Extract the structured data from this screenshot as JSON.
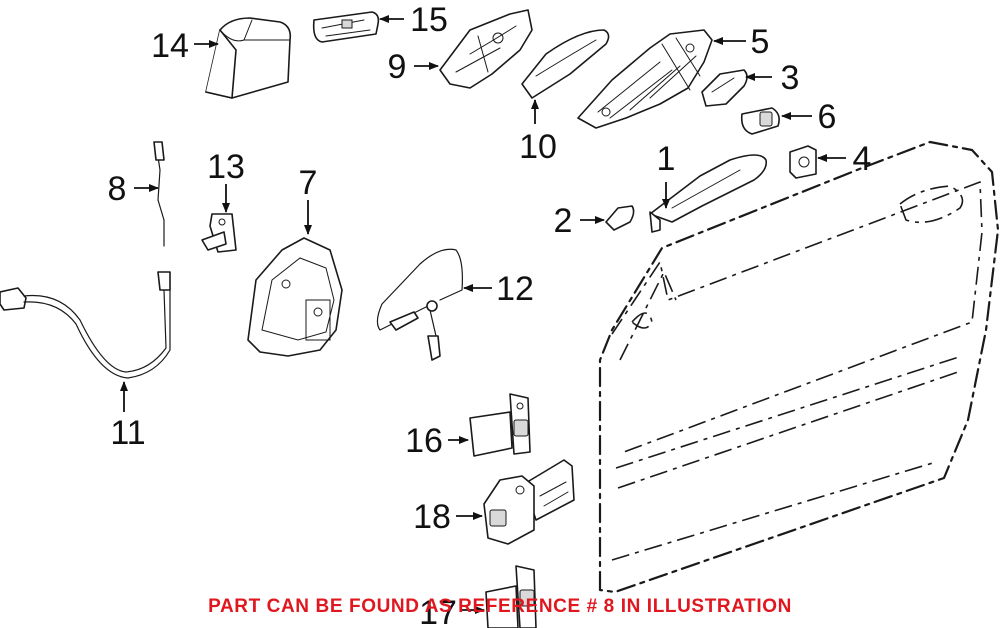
{
  "callouts": [
    "1",
    "2",
    "3",
    "4",
    "5",
    "6",
    "7",
    "8",
    "9",
    "10",
    "11",
    "12",
    "13",
    "14",
    "15",
    "16",
    "17",
    "18"
  ],
  "notice": "PART CAN BE FOUND AS REFERENCE # 8 IN ILLUSTRATION",
  "colors": {
    "notice": "#e0171f",
    "line_art": "#1a1a1a",
    "background": "#ffffff"
  }
}
